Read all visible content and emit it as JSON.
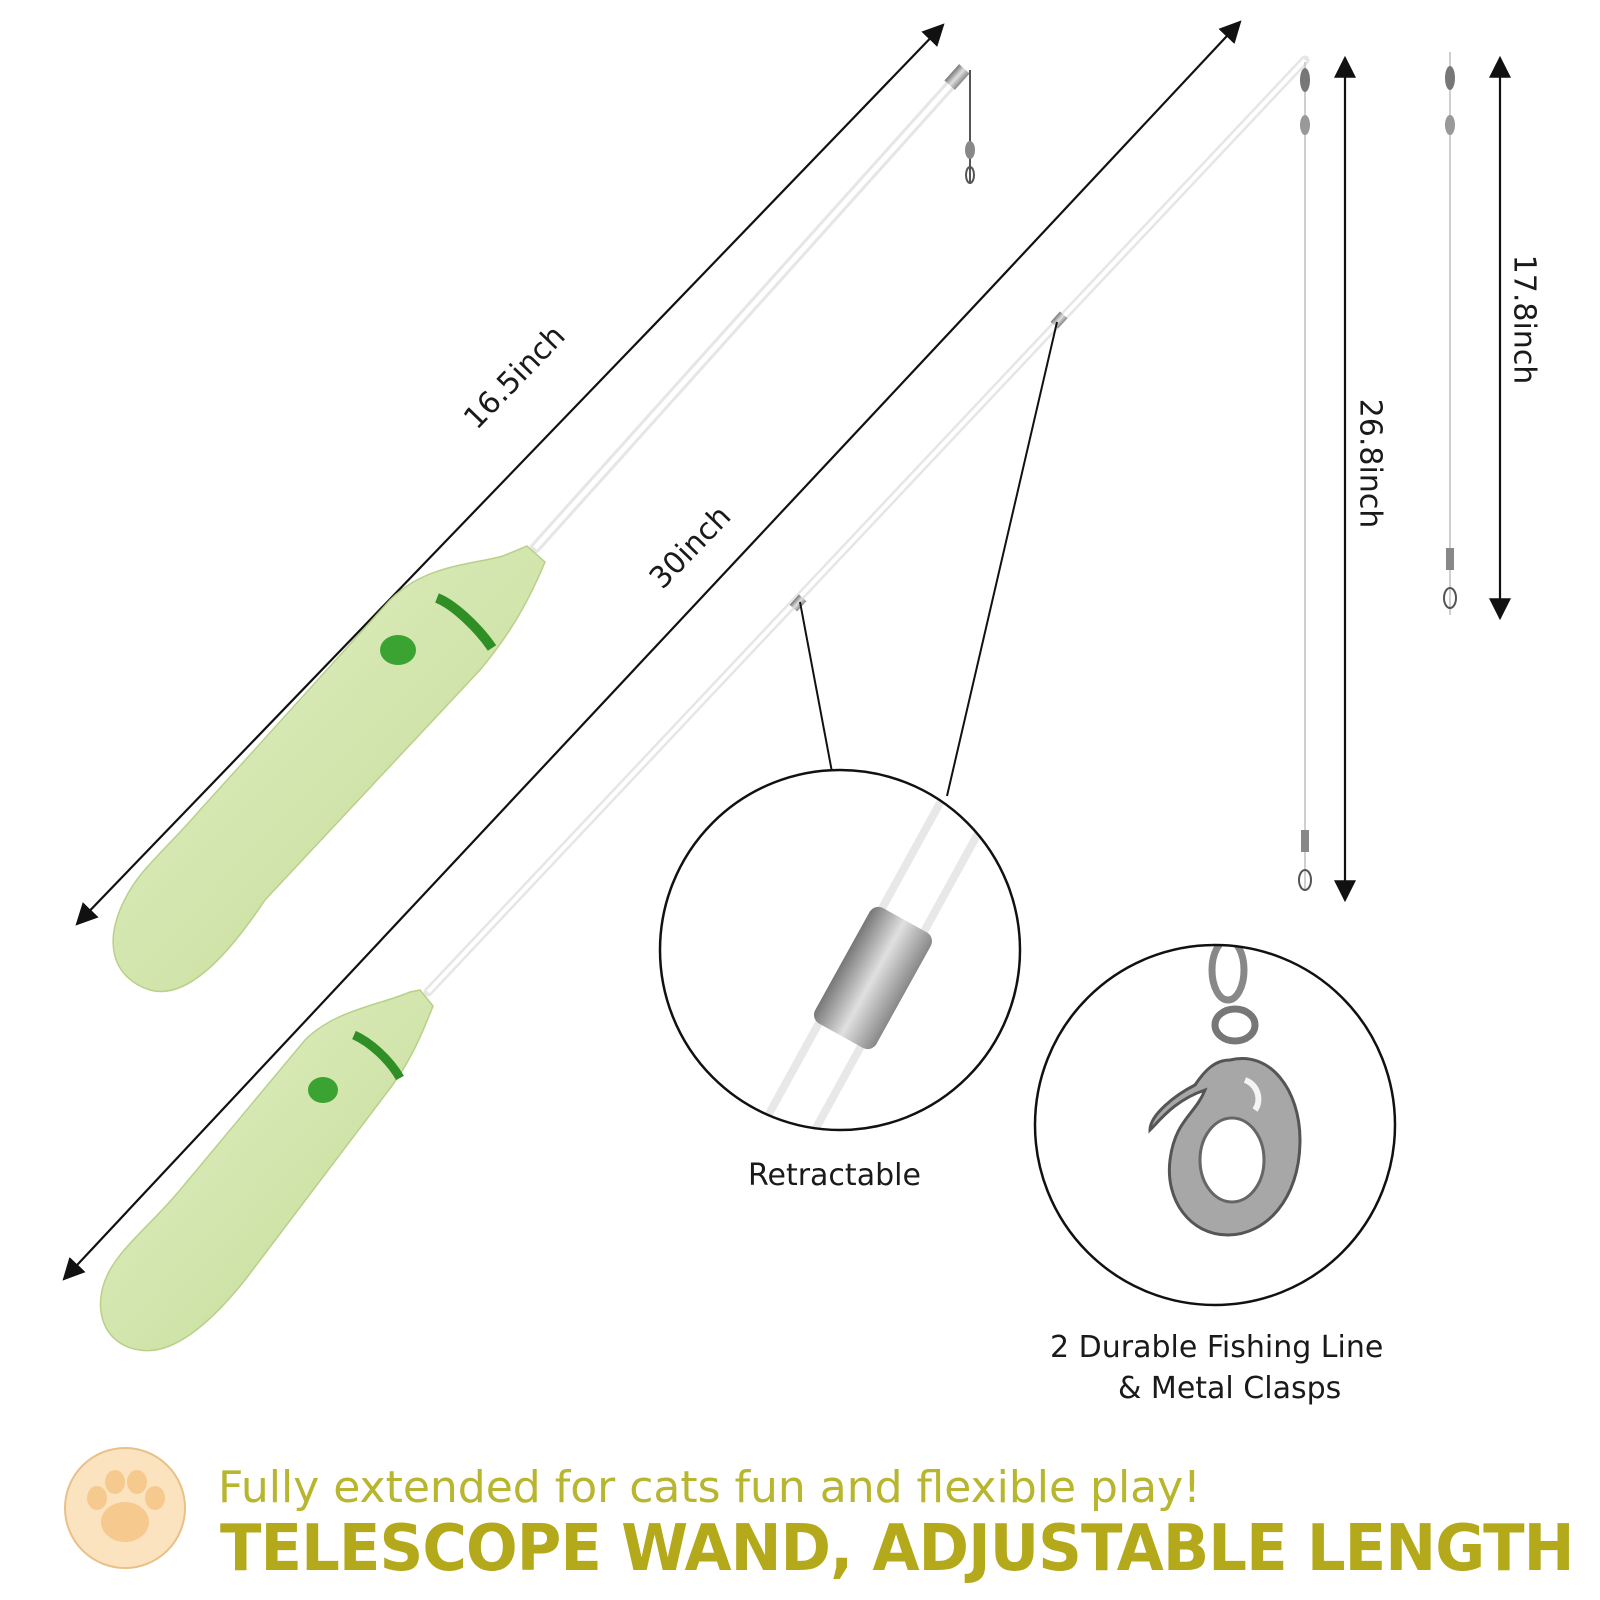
{
  "dimensions": {
    "short_wand": "16.5inch",
    "long_wand": "30inch",
    "long_line": "26.8inch",
    "short_line": "17.8inch"
  },
  "callouts": {
    "retractable": "Retractable",
    "line_line1": "2 Durable Fishing Line",
    "line_line2": "& Metal Clasps"
  },
  "banner": {
    "tagline": "Fully extended for cats fun and flexible play!",
    "headline": "TELESCOPE WAND, ADJUSTABLE LENGTH",
    "icon": "paw-icon"
  },
  "colors": {
    "handle": "#d3e6ad",
    "handle_ring": "#3a9a2e",
    "headline": "#b3a91a",
    "tagline": "#b8b52e",
    "paw": "#f6c98e"
  }
}
